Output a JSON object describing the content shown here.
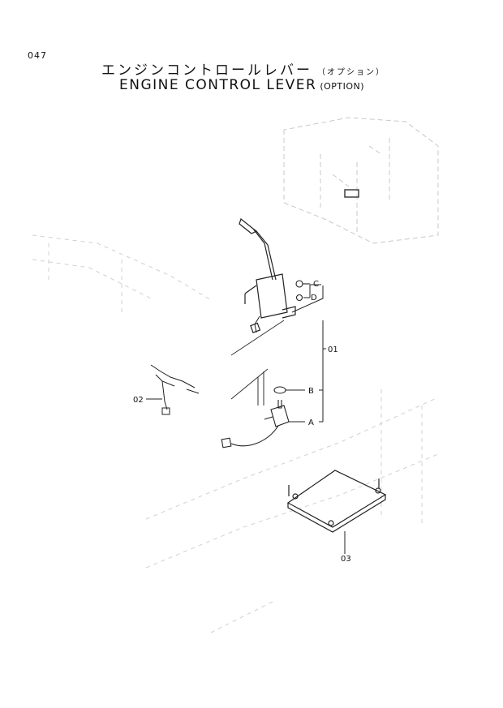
{
  "page_code": "047",
  "title_jp": "エンジンコントロールレバー",
  "title_jp_option": "（オプション）",
  "title_en": "ENGINE CONTROL LEVER",
  "title_en_option": "(OPTION)",
  "callouts": {
    "c": "C",
    "d": "D",
    "b": "B",
    "a": "A",
    "p01": "01",
    "p02": "02",
    "p03": "03"
  }
}
